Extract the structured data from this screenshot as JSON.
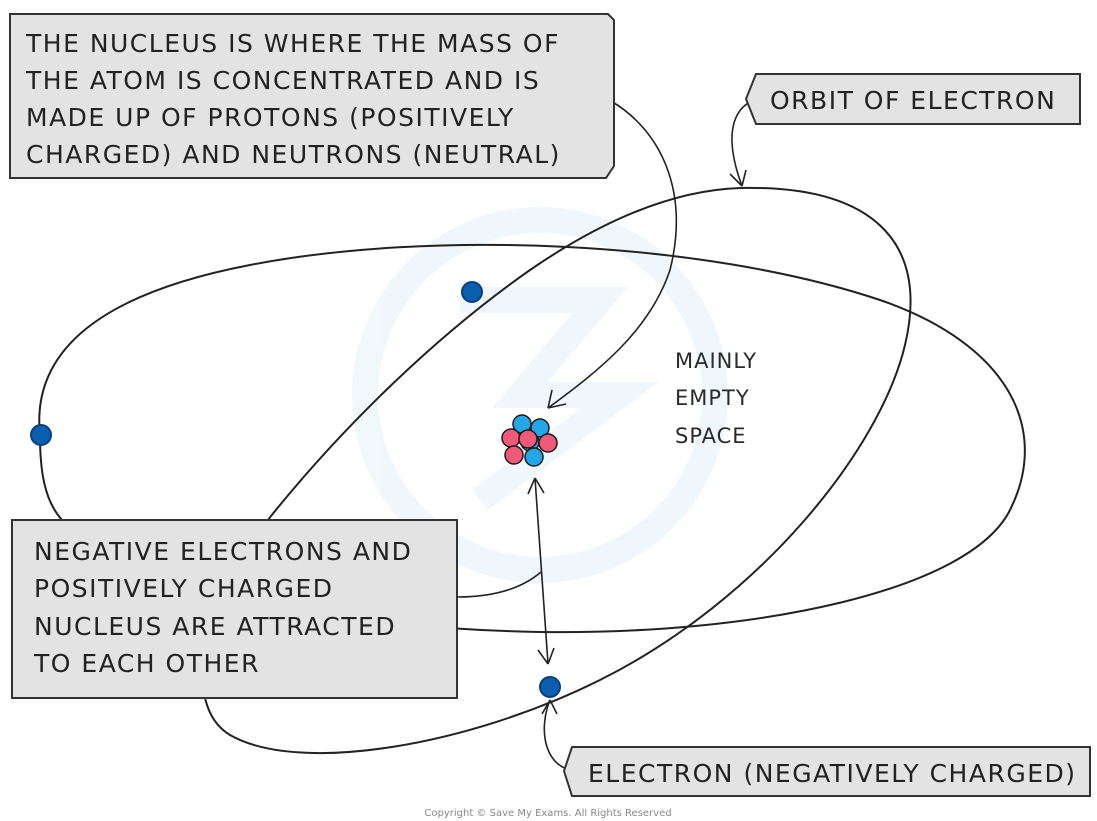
{
  "nucleus_label": {
    "lines": [
      "THE NUCLEUS IS WHERE THE MASS OF",
      "THE ATOM IS CONCENTRATED AND IS",
      "MADE UP OF PROTONS (POSITIVELY",
      "CHARGED) AND NEUTRONS (NEUTRAL)"
    ]
  },
  "orbit_label": {
    "text": "ORBIT OF ELECTRON"
  },
  "empty_space_label": {
    "lines": [
      "MAINLY",
      "EMPTY",
      "SPACE"
    ]
  },
  "attraction_label": {
    "lines": [
      "NEGATIVE ELECTRONS AND",
      "POSITIVELY CHARGED",
      "NUCLEUS ARE ATTRACTED",
      "TO EACH OTHER"
    ]
  },
  "electron_label": {
    "text": "ELECTRON (NEGATIVELY CHARGED)"
  },
  "copyright": "Copyright © Save My Exams. All Rights Reserved",
  "colors": {
    "box_fill": "#e3e3e3",
    "box_stroke": "#333333",
    "electron": "#0b5fb1",
    "proton": "#f05a78",
    "neutron": "#22a8e8",
    "line": "#222222",
    "watermark": "#e6f4fb"
  }
}
